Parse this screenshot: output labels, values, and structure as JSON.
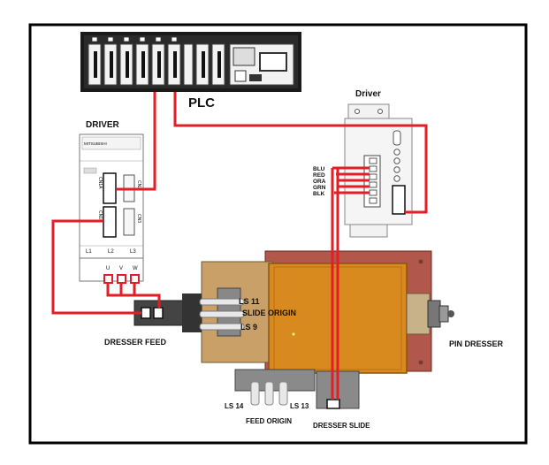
{
  "labels": {
    "plc": "PLC",
    "driver_left": "DRIVER",
    "driver_right": "Driver",
    "dresser_feed": "DRESSER FEED",
    "pin_dresser": "PIN DRESSER",
    "slide_origin": "SLIDE ORIGIN",
    "ls11": "LS 11",
    "ls9": "LS 9",
    "ls14": "LS 14",
    "ls13": "LS 13",
    "feed_origin": "FEED ORIGIN",
    "dresser_slide": "DRESSER SLIDE"
  },
  "driver_left": {
    "brand": "MITSUBISHI",
    "connectors": [
      "CN1A",
      "CN1B",
      "CN2",
      "CN3"
    ],
    "power_terminals": [
      "L1",
      "L2",
      "L3"
    ],
    "motor_terminals": [
      "U",
      "V",
      "W"
    ]
  },
  "wire_colors": [
    "BLU",
    "RED",
    "ORA",
    "GRN",
    "BLK"
  ],
  "colors": {
    "wire": "#e41e26",
    "frame": "#000000",
    "motor_body": "#d98a1e",
    "base_plate": "#b2574b",
    "slide_block": "#c9a068",
    "grey_hardware": "#8a8a8a"
  }
}
